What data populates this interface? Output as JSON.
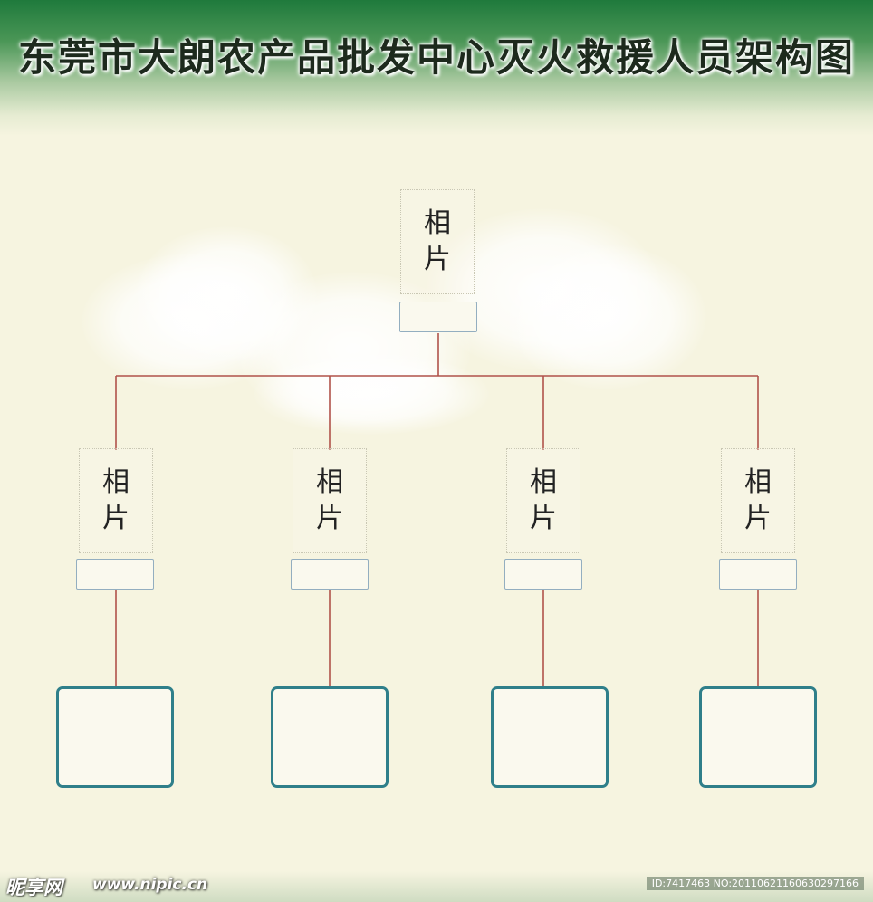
{
  "title": "东莞市大朗农产品批发中心灭火救援人员架构图",
  "colors": {
    "header_green": "#1f7a3c",
    "background": "#f6f4e0",
    "connector_line": "#b0524a",
    "name_box_border": "#93aec0",
    "big_box_border": "#2f7f8a"
  },
  "top_node": {
    "photo_label_line1": "相",
    "photo_label_line2": "片",
    "name": ""
  },
  "sub_nodes": [
    {
      "photo_label_line1": "相",
      "photo_label_line2": "片",
      "name": "",
      "members": ""
    },
    {
      "photo_label_line1": "相",
      "photo_label_line2": "片",
      "name": "",
      "members": ""
    },
    {
      "photo_label_line1": "相",
      "photo_label_line2": "片",
      "name": "",
      "members": ""
    },
    {
      "photo_label_line1": "相",
      "photo_label_line2": "片",
      "name": "",
      "members": ""
    }
  ],
  "watermark": {
    "site_name": "昵享网",
    "url": "www.nipic.cn",
    "id_text": "ID:7417463 NO:20110621160630297166"
  }
}
